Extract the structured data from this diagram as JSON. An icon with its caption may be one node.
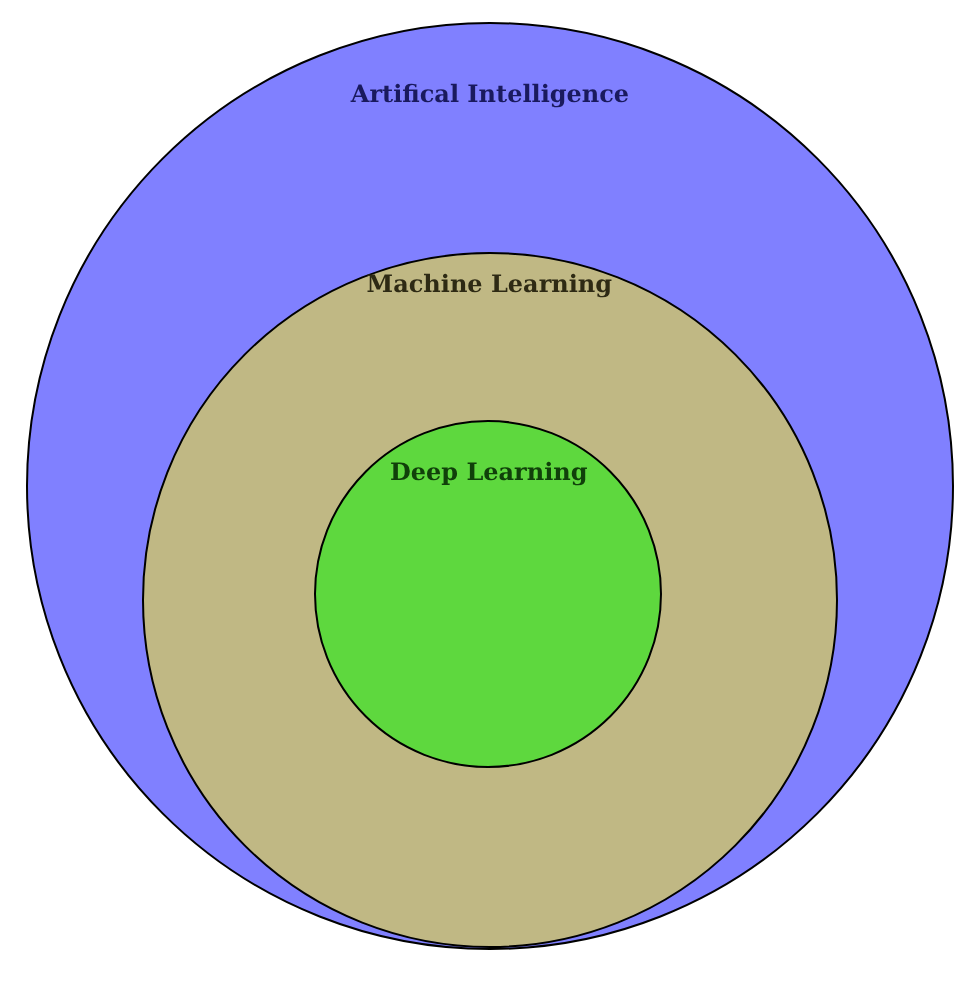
{
  "diagram": {
    "nodes": [
      {
        "text": [
          "Artifical Intelligence"
        ]
      },
      {
        "text": [
          "Machine Learning"
        ],
        "in": 0
      },
      {
        "text": [
          "Deep Learning"
        ],
        "in": 1
      }
    ]
  }
}
